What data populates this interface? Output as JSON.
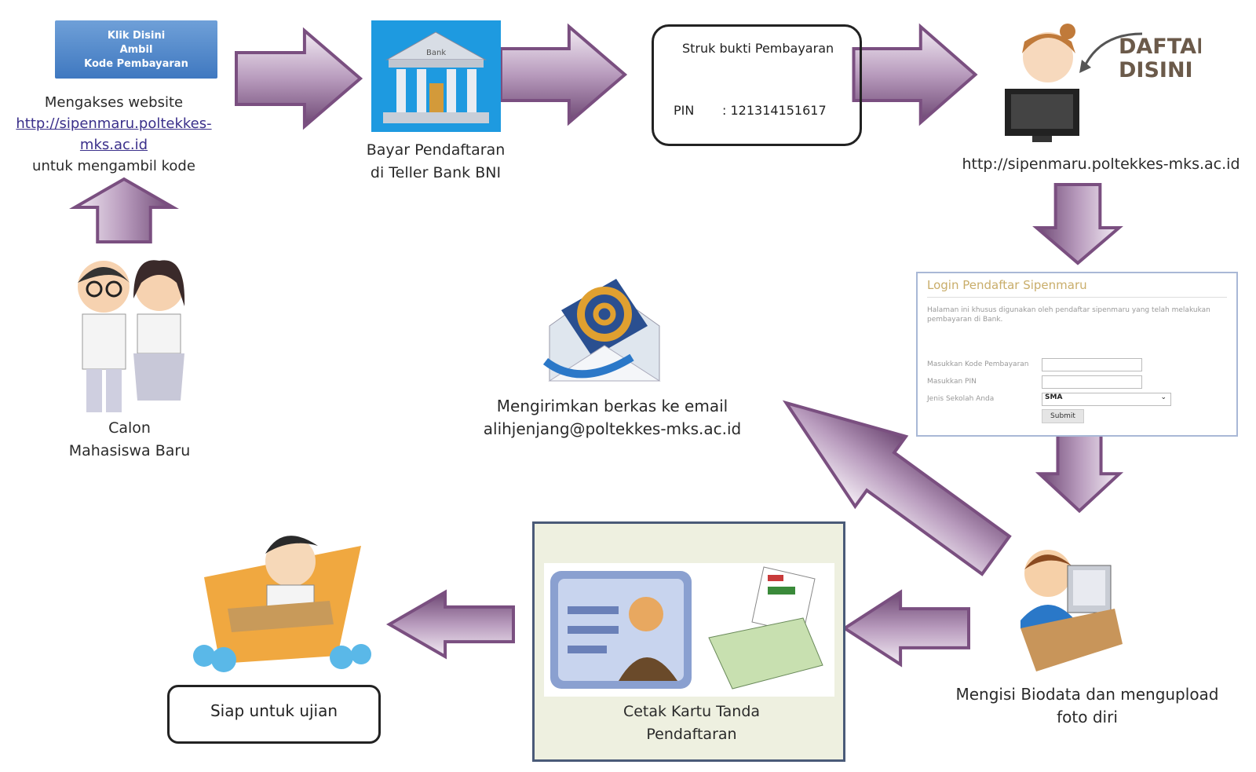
{
  "step1": {
    "button_lines": [
      "Klik Disini",
      "Ambil",
      "Kode Pembayaran"
    ],
    "text_before": "Mengakses website",
    "link_line1": "http://sipenmaru.poltekkes-",
    "link_line2": "mks.ac.id",
    "text_after": "untuk mengambil kode"
  },
  "student": {
    "line1": "Calon",
    "line2": "Mahasiswa Baru"
  },
  "bank": {
    "sign": "Bank",
    "line1": "Bayar Pendaftaran",
    "line2": "di Teller Bank BNI"
  },
  "receipt": {
    "title": "Struk bukti Pembayaran",
    "pin_label": "PIN",
    "pin_value": ": 121314151617"
  },
  "register": {
    "badge_line1": "DAFTAR",
    "badge_line2": "DISINI",
    "url": "http://sipenmaru.poltekkes-mks.ac.id"
  },
  "login_form": {
    "title": "Login Pendaftar Sipenmaru",
    "description": "Halaman ini khusus digunakan oleh pendaftar sipenmaru yang telah melakukan pembayaran di Bank.",
    "field_code": "Masukkan Kode Pembayaran",
    "field_pin": "Masukkan PIN",
    "field_school": "Jenis Sekolah Anda",
    "school_value": "SMA",
    "submit": "Submit"
  },
  "email": {
    "line1": "Mengirimkan berkas ke email",
    "line2": "alihjenjang@poltekkes-mks.ac.id"
  },
  "biodata": {
    "line1": "Mengisi Biodata dan mengupload",
    "line2": "foto diri"
  },
  "card": {
    "line1": "Cetak Kartu Tanda",
    "line2": "Pendaftaran"
  },
  "exam": {
    "label": "Siap untuk ujian"
  },
  "colors": {
    "arrow": "#7a4f80",
    "arrow_light": "#e6d8e8",
    "button": "#4a82c8"
  }
}
